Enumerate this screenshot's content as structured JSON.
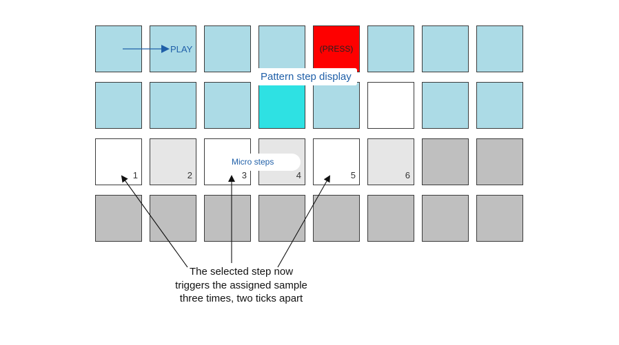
{
  "pads": [
    {
      "row": 0,
      "col": 0,
      "color": "#acdbe6",
      "num": ""
    },
    {
      "row": 0,
      "col": 1,
      "color": "#acdbe6",
      "num": ""
    },
    {
      "row": 0,
      "col": 2,
      "color": "#acdbe6",
      "num": ""
    },
    {
      "row": 0,
      "col": 3,
      "color": "#acdbe6",
      "num": ""
    },
    {
      "row": 0,
      "col": 4,
      "color": "#fe0000",
      "num": "",
      "text": "(PRESS)"
    },
    {
      "row": 0,
      "col": 5,
      "color": "#acdbe6",
      "num": ""
    },
    {
      "row": 0,
      "col": 6,
      "color": "#acdbe6",
      "num": ""
    },
    {
      "row": 0,
      "col": 7,
      "color": "#acdbe6",
      "num": ""
    },
    {
      "row": 1,
      "col": 0,
      "color": "#acdbe6",
      "num": ""
    },
    {
      "row": 1,
      "col": 1,
      "color": "#acdbe6",
      "num": ""
    },
    {
      "row": 1,
      "col": 2,
      "color": "#acdbe6",
      "num": ""
    },
    {
      "row": 1,
      "col": 3,
      "color": "#2ee1e3",
      "num": ""
    },
    {
      "row": 1,
      "col": 4,
      "color": "#acdbe6",
      "num": ""
    },
    {
      "row": 1,
      "col": 5,
      "color": "#ffffff",
      "num": ""
    },
    {
      "row": 1,
      "col": 6,
      "color": "#acdbe6",
      "num": ""
    },
    {
      "row": 1,
      "col": 7,
      "color": "#acdbe6",
      "num": ""
    },
    {
      "row": 2,
      "col": 0,
      "color": "#ffffff",
      "num": "1"
    },
    {
      "row": 2,
      "col": 1,
      "color": "#e6e6e6",
      "num": "2"
    },
    {
      "row": 2,
      "col": 2,
      "color": "#ffffff",
      "num": "3"
    },
    {
      "row": 2,
      "col": 3,
      "color": "#e6e6e6",
      "num": "4"
    },
    {
      "row": 2,
      "col": 4,
      "color": "#ffffff",
      "num": "5"
    },
    {
      "row": 2,
      "col": 5,
      "color": "#e6e6e6",
      "num": "6"
    },
    {
      "row": 2,
      "col": 6,
      "color": "#bfbfbf",
      "num": ""
    },
    {
      "row": 2,
      "col": 7,
      "color": "#bfbfbf",
      "num": ""
    },
    {
      "row": 3,
      "col": 0,
      "color": "#bfbfbf",
      "num": ""
    },
    {
      "row": 3,
      "col": 1,
      "color": "#bfbfbf",
      "num": ""
    },
    {
      "row": 3,
      "col": 2,
      "color": "#bfbfbf",
      "num": ""
    },
    {
      "row": 3,
      "col": 3,
      "color": "#bfbfbf",
      "num": ""
    },
    {
      "row": 3,
      "col": 4,
      "color": "#bfbfbf",
      "num": ""
    },
    {
      "row": 3,
      "col": 5,
      "color": "#bfbfbf",
      "num": ""
    },
    {
      "row": 3,
      "col": 6,
      "color": "#bfbfbf",
      "num": ""
    },
    {
      "row": 3,
      "col": 7,
      "color": "#bfbfbf",
      "num": ""
    }
  ],
  "labels": {
    "play": "PLAY",
    "pattern": "Pattern step display",
    "micro": "Micro steps",
    "callout": "The selected step now triggers the assigned sample three times, two ticks apart"
  },
  "colors": {
    "label_blue": "#1f5fa8",
    "arrow_black": "#111111"
  }
}
